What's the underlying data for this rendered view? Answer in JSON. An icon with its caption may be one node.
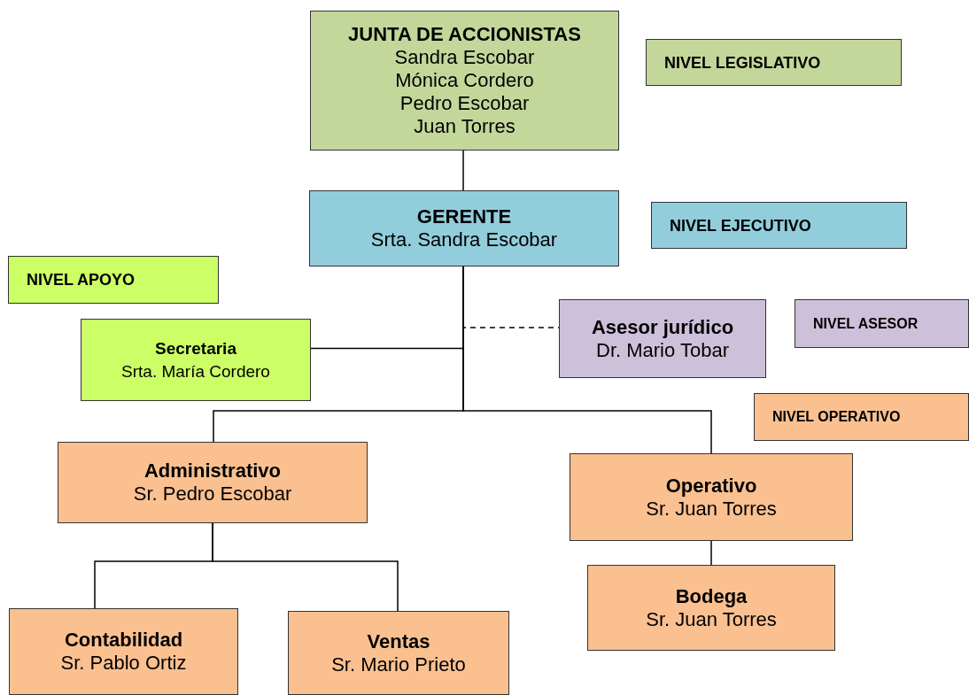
{
  "diagram": {
    "nodes": [
      {
        "text": [
          "JUNTA DE ACCIONISTAS",
          "Sandra Escobar",
          "Mónica Cordero",
          "Pedro Escobar",
          "Juan Torres"
        ]
      },
      {
        "text": [
          "NIVEL LEGISLATIVO"
        ]
      },
      {
        "text": [
          "GERENTE",
          "Srta. Sandra Escobar"
        ]
      },
      {
        "text": [
          "NIVEL EJECUTIVO"
        ]
      },
      {
        "text": [
          "NIVEL APOYO"
        ]
      },
      {
        "text": [
          "Asesor jurídico",
          "Dr. Mario Tobar"
        ]
      },
      {
        "text": [
          "NIVEL ASESOR"
        ]
      },
      {
        "text": [
          "Secretaria",
          "Srta. María Cordero"
        ]
      },
      {
        "text": [
          "NIVEL OPERATIVO"
        ]
      },
      {
        "text": [
          "Administrativo",
          "Sr. Pedro Escobar"
        ]
      },
      {
        "text": [
          "Operativo",
          "Sr. Juan Torres"
        ]
      },
      {
        "text": [
          "Contabilidad",
          "Sr. Pablo Ortiz"
        ]
      },
      {
        "text": [
          "Ventas",
          "Sr. Mario Prieto"
        ]
      },
      {
        "text": [
          "Bodega",
          "Sr. Juan Torres"
        ]
      }
    ],
    "edges": [
      {
        "from": 0,
        "to": 2,
        "arrow": "none"
      },
      {
        "from": 2,
        "to": 7,
        "arrow": "none"
      },
      {
        "from": 2,
        "to": 5,
        "arrow": "none",
        "style": "dashed"
      },
      {
        "from": 2,
        "to": 9,
        "arrow": "none"
      },
      {
        "from": 2,
        "to": 10,
        "arrow": "none"
      },
      {
        "from": 9,
        "to": 11,
        "arrow": "none"
      },
      {
        "from": 9,
        "to": 12,
        "arrow": "none"
      },
      {
        "from": 10,
        "to": 13,
        "arrow": "none"
      }
    ]
  }
}
